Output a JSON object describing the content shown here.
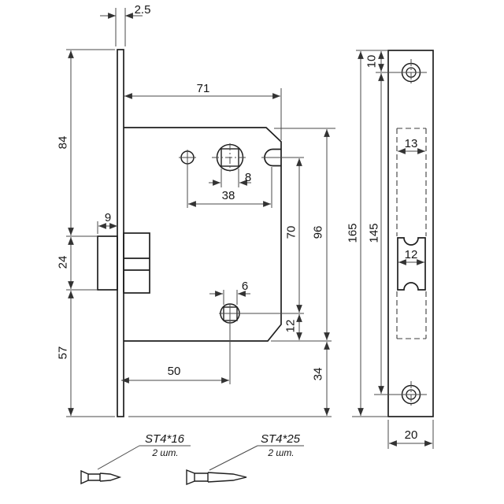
{
  "meta": {
    "title": "Mortise latch dimensional drawing"
  },
  "side_view": {
    "faceplate_thickness": "2.5",
    "plate_top_to_latch": "84",
    "latch_height": "24",
    "latch_to_plate_bottom": "57",
    "latch_protrusion": "9",
    "body_width": "71",
    "spindle_square_size": "8",
    "hole_span": "38",
    "spindle_to_lower_hole": "70",
    "body_height": "96",
    "lower_square_size": "6",
    "lower_hole_to_body_bottom": "12",
    "backset": "50",
    "body_to_plate_bottom": "34"
  },
  "front_view": {
    "plate_top_to_screw_center": "10",
    "cutout_width": "13",
    "latch_bolt_width": "12",
    "plate_length": "165",
    "screw_center_spacing": "145",
    "plate_width": "20"
  },
  "screws": [
    {
      "label": "ST4*16",
      "qty": "2 шт."
    },
    {
      "label": "ST4*25",
      "qty": "2 шт."
    }
  ]
}
